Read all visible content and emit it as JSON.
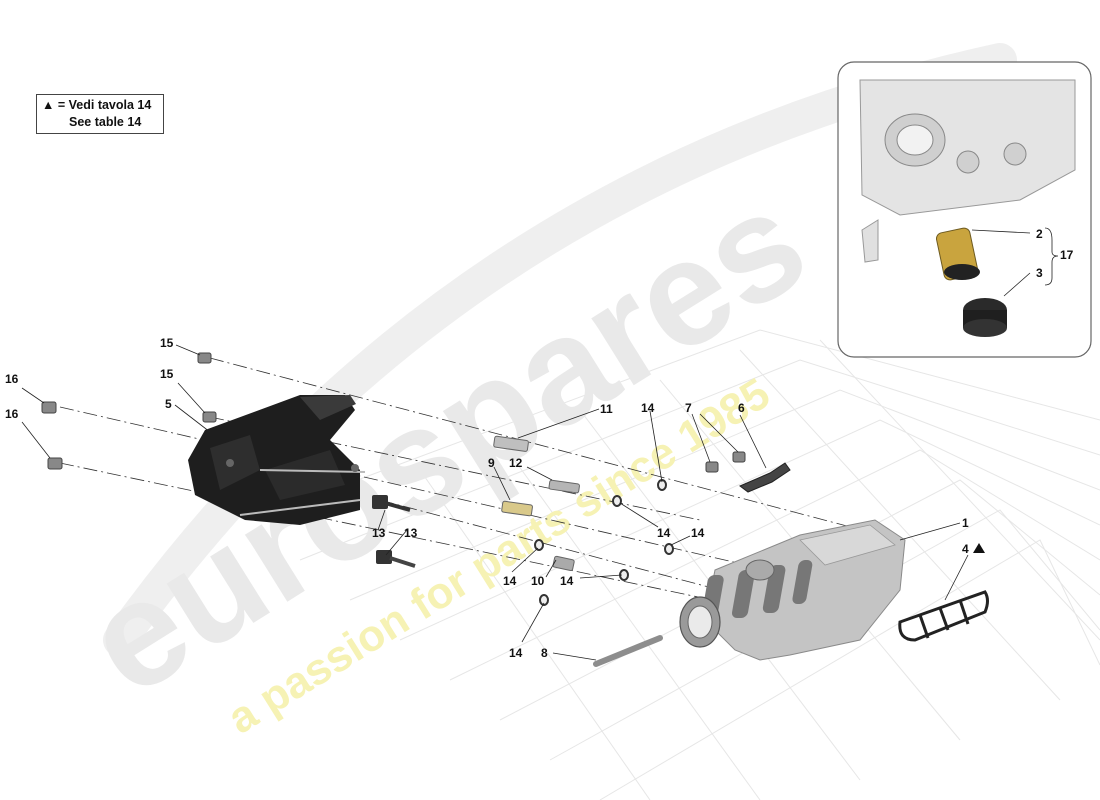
{
  "legend": {
    "symbol": "▲ =",
    "line1": "Vedi tavola 14",
    "line2": "See table 14"
  },
  "watermark": {
    "brand": "eurospares",
    "tagline": "a passion for parts since 1985",
    "brand_color": "#e6e6e6",
    "tagline_color": "#f5f0a0"
  },
  "callouts": {
    "c1": "1",
    "c2": "2",
    "c3": "3",
    "c4": "4",
    "c5": "5",
    "c6": "6",
    "c7": "7",
    "c8": "8",
    "c9": "9",
    "c10": "10",
    "c11": "11",
    "c12": "12",
    "c13a": "13",
    "c13b": "13",
    "c14a": "14",
    "c14b": "14",
    "c14c": "14",
    "c14d": "14",
    "c14e": "14",
    "c14f": "14",
    "c15a": "15",
    "c15b": "15",
    "c16a": "16",
    "c16b": "16",
    "c17": "17"
  },
  "colors": {
    "housing": "#1c1c1c",
    "manifold": "#b9b9b9",
    "filter": "#c8a43c",
    "grid": "#e4e4e4"
  }
}
